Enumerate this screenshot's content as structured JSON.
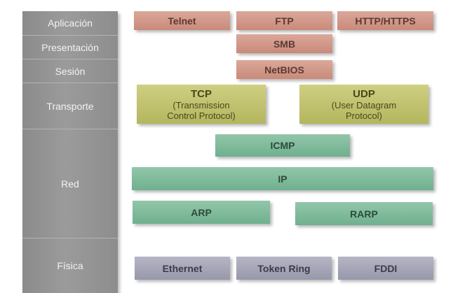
{
  "layers": [
    {
      "id": "aplicacion",
      "label": "Aplicación"
    },
    {
      "id": "presentacion",
      "label": "Presentación"
    },
    {
      "id": "sesion",
      "label": "Sesión"
    },
    {
      "id": "transporte",
      "label": "Transporte"
    },
    {
      "id": "red",
      "label": "Red"
    },
    {
      "id": "fisica",
      "label": "Física"
    }
  ],
  "protocols": {
    "telnet": "Telnet",
    "ftp": "FTP",
    "http": "HTTP/HTTPS",
    "smb": "SMB",
    "netbios": "NetBIOS",
    "tcp": {
      "title": "TCP",
      "line1": "(Transmission",
      "line2": "Control Protocol)"
    },
    "udp": {
      "title": "UDP",
      "line1": "(User Datagram",
      "line2": "Protocol)"
    },
    "icmp": "ICMP",
    "ip": "IP",
    "arp": "ARP",
    "rarp": "RARP",
    "ethernet": "Ethernet",
    "token_ring": "Token Ring",
    "fddi": "FDDI"
  },
  "colors": {
    "application": "#d39a8b",
    "transport": "#c2c46f",
    "network": "#80bb9c",
    "physical": "#a6a6b8",
    "layer": "#939393"
  }
}
